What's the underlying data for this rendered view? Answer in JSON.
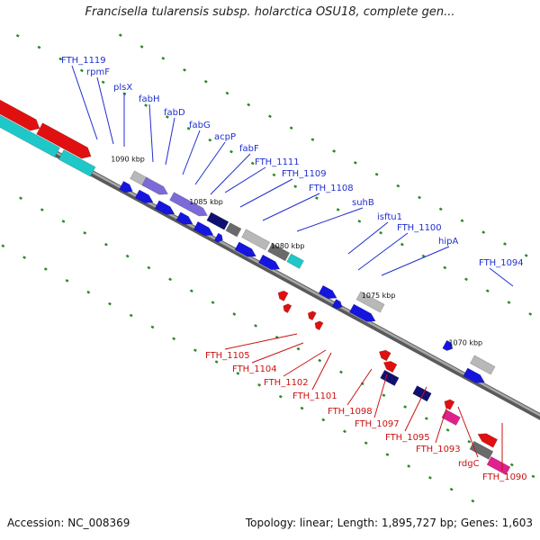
{
  "title": "Francisella tularensis subsp. holarctica OSU18, complete gen...",
  "footer": {
    "accession": "Accession: NC_008369",
    "summary": "Topology: linear; Length: 1,895,727 bp; Genes: 1,603"
  },
  "colors": {
    "backbone": "#8a8a8a",
    "forward_label": "#1f2fd0",
    "reverse_label": "#cc1111",
    "tick": "#2a8a2a",
    "blue": "#1515e0",
    "red": "#e01010",
    "cyan": "#1fc8c8",
    "purple": "#7c6ad8",
    "grey": "#b8b8b8",
    "darkgrey": "#6a6a6a",
    "navy": "#101070",
    "magenta": "#e0208c"
  },
  "scale_labels": [
    "1090 kbp",
    "1085 kbp",
    "1080 kbp",
    "1075 kbp",
    "1070 kbp"
  ],
  "forward_genes": [
    "FTH_1119",
    "rpmF",
    "plsX",
    "fabH",
    "fabD",
    "fabG",
    "acpP",
    "fabF",
    "FTH_1111",
    "FTH_1109",
    "FTH_1108",
    "suhB",
    "isftu1",
    "FTH_1100",
    "hipA",
    "FTH_1094"
  ],
  "reverse_genes": [
    "FTH_1105",
    "FTH_1104",
    "FTH_1102",
    "FTH_1101",
    "FTH_1098",
    "FTH_1097",
    "FTH_1095",
    "FTH_1093",
    "rdgC",
    "FTH_1090"
  ]
}
